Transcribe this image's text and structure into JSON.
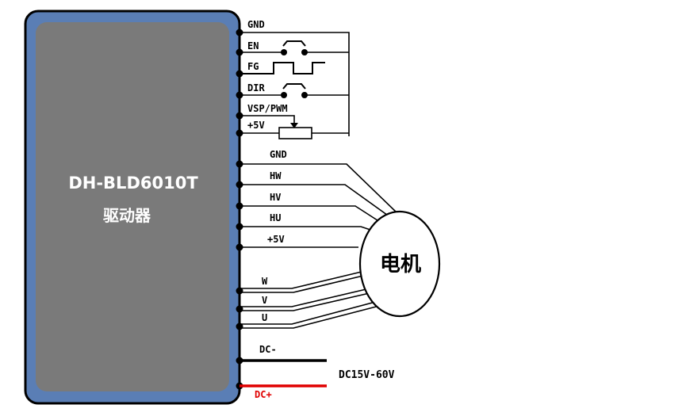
{
  "driver": {
    "title": "DH-BLD6010T",
    "subtitle": "驱动器",
    "outer_color": "#5a7eb5",
    "inner_color": "#7a7a7a"
  },
  "control_pins": [
    "GND",
    "EN",
    "FG",
    "DIR",
    "VSP/PWM",
    "+5V"
  ],
  "hall_pins": [
    "GND",
    "HW",
    "HV",
    "HU",
    "+5V"
  ],
  "phase_pins": [
    "W",
    "V",
    "U"
  ],
  "power_pins": [
    "DC-",
    "DC+"
  ],
  "motor": {
    "label": "电机"
  },
  "supply": {
    "label": "DC15V-60V"
  },
  "colors": {
    "dc_plus": "#e00000",
    "wire": "#000000"
  }
}
